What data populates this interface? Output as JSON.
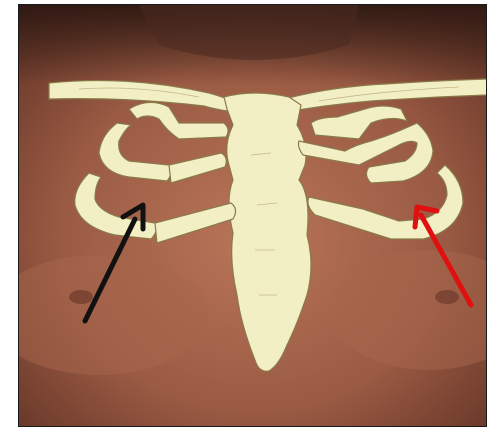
{
  "image": {
    "subject": "chest-illustration",
    "colors": {
      "skin_dark": "#5b2f22",
      "skin_mid": "#9a5a43",
      "skin_light": "#b97559",
      "bone": "#f3efc4",
      "bone_outline": "#8a7a4a",
      "arrow_left": "#111111",
      "arrow_right": "#e01010",
      "frame": "#1a1a1a"
    },
    "arrows": [
      {
        "name": "black-arrow",
        "color_key": "arrow_left"
      },
      {
        "name": "red-arrow",
        "color_key": "arrow_right"
      }
    ]
  }
}
